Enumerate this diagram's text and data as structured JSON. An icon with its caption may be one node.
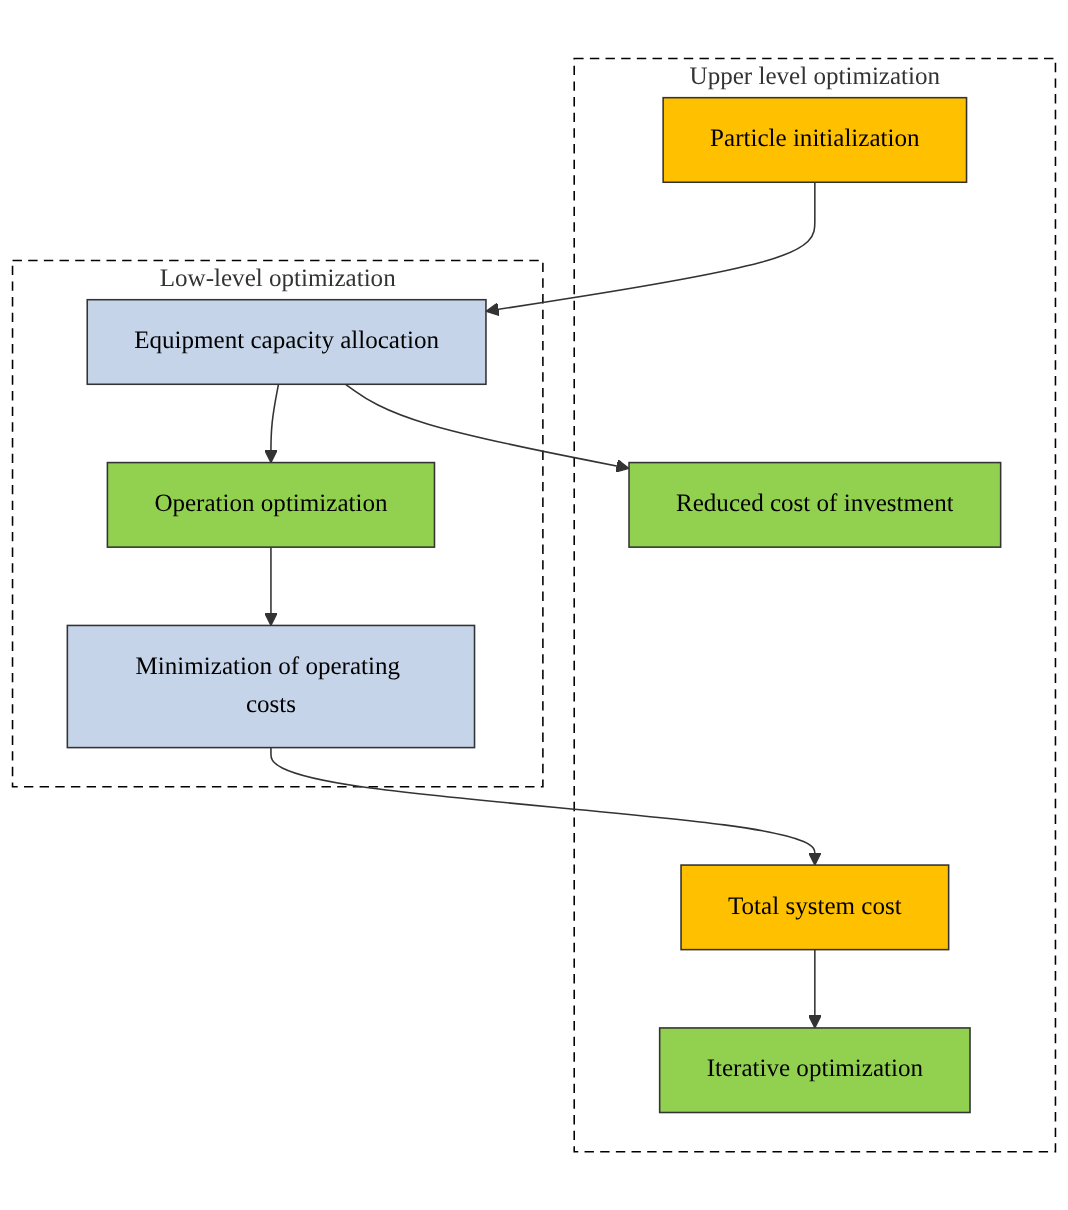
{
  "diagram": {
    "nodes": [
      {
        "text": [
          "Upper level optimization"
        ]
      },
      {
        "text": [
          "Particle initialization"
        ],
        "in": 0
      },
      {
        "text": [
          "Iterative optimization"
        ],
        "in": 0
      },
      {
        "text": [
          "Total system cost"
        ],
        "in": 0
      },
      {
        "text": [
          "Reduced cost of investment"
        ],
        "in": 0
      },
      {
        "text": [
          "Low-level optimization"
        ]
      },
      {
        "text": [
          "Equipment capacity allocation"
        ],
        "in": 5
      },
      {
        "text": [
          "Minimization of operating costs"
        ],
        "in": 5
      },
      {
        "text": [
          "Operation optimization"
        ],
        "in": 5
      }
    ],
    "edges": [
      {
        "from": 1,
        "to": 6,
        "arrow": "to"
      },
      {
        "from": 6,
        "to": 4,
        "arrow": "to"
      },
      {
        "from": 6,
        "to": 8,
        "arrow": "to"
      },
      {
        "from": 8,
        "to": 7,
        "arrow": "to"
      },
      {
        "from": 7,
        "to": 3,
        "arrow": "to"
      },
      {
        "from": 3,
        "to": 2,
        "arrow": "to"
      }
    ]
  }
}
